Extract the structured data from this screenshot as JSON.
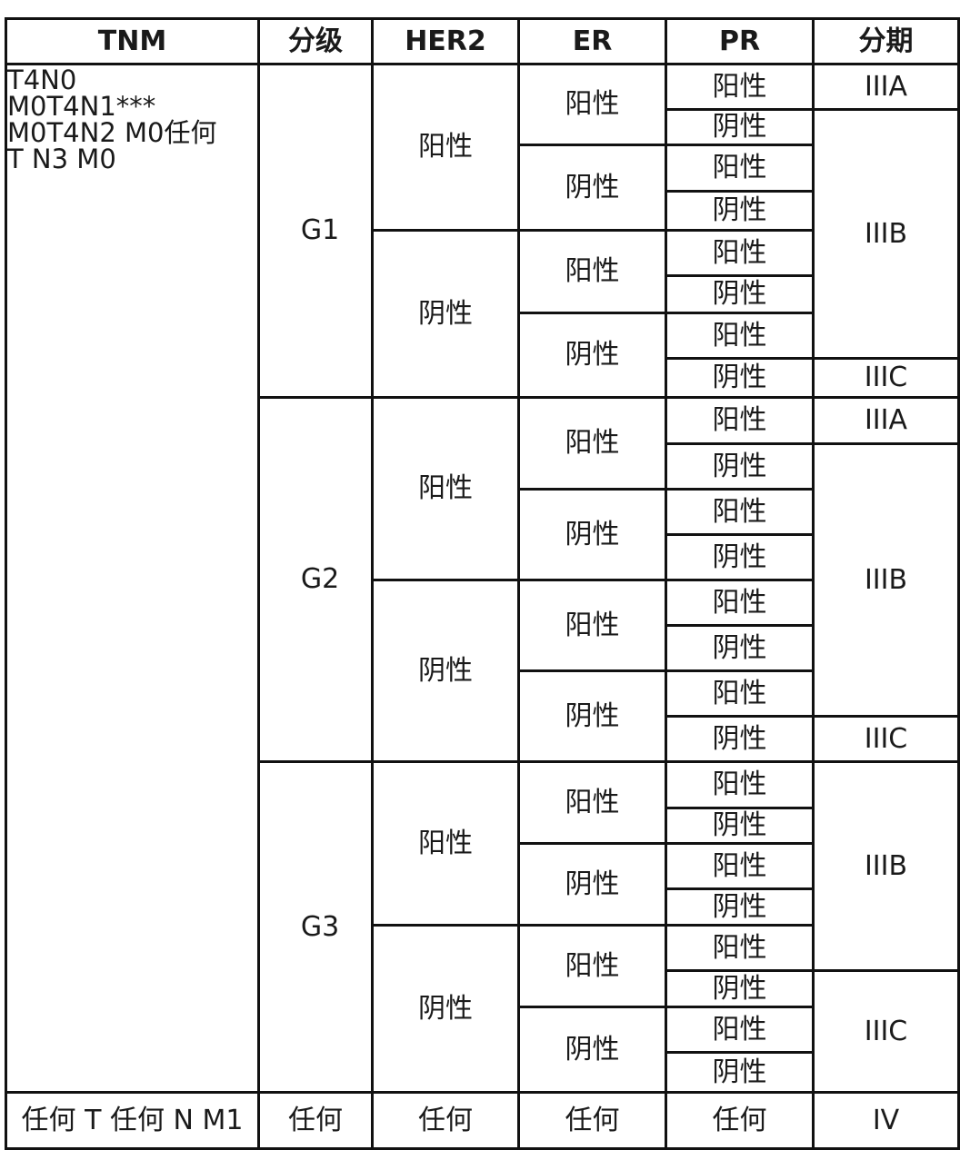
{
  "table": {
    "headers": [
      "TNM",
      "分级",
      "HER2",
      "ER",
      "PR",
      "分期"
    ],
    "tnm_group_1": [
      "T4N0",
      "M0T4N1***",
      "M0T4N2 M0任何",
      "T N3 M0"
    ],
    "tnm_group_2": "任何 T 任何 N M1",
    "grades": [
      "G1",
      "G2",
      "G3"
    ],
    "positive": "阳性",
    "negative": "阴性",
    "any": "任何",
    "rows": [
      {
        "grade": "G1",
        "her2": "阳性",
        "er": "阳性",
        "pr": "阳性",
        "stage": "IIIA"
      },
      {
        "grade": "G1",
        "her2": "阳性",
        "er": "阳性",
        "pr": "阴性",
        "stage": "IIIB"
      },
      {
        "grade": "G1",
        "her2": "阳性",
        "er": "阴性",
        "pr": "阳性",
        "stage": "IIIB"
      },
      {
        "grade": "G1",
        "her2": "阳性",
        "er": "阴性",
        "pr": "阴性",
        "stage": "IIIB"
      },
      {
        "grade": "G1",
        "her2": "阴性",
        "er": "阳性",
        "pr": "阳性",
        "stage": "IIIB"
      },
      {
        "grade": "G1",
        "her2": "阴性",
        "er": "阳性",
        "pr": "阴性",
        "stage": "IIIB"
      },
      {
        "grade": "G1",
        "her2": "阴性",
        "er": "阴性",
        "pr": "阳性",
        "stage": "IIIB"
      },
      {
        "grade": "G1",
        "her2": "阴性",
        "er": "阴性",
        "pr": "阴性",
        "stage": "IIIC"
      },
      {
        "grade": "G2",
        "her2": "阳性",
        "er": "阳性",
        "pr": "阳性",
        "stage": "IIIA"
      },
      {
        "grade": "G2",
        "her2": "阳性",
        "er": "阳性",
        "pr": "阴性",
        "stage": "IIIB"
      },
      {
        "grade": "G2",
        "her2": "阳性",
        "er": "阴性",
        "pr": "阳性",
        "stage": "IIIB"
      },
      {
        "grade": "G2",
        "her2": "阳性",
        "er": "阴性",
        "pr": "阴性",
        "stage": "IIIB"
      },
      {
        "grade": "G2",
        "her2": "阴性",
        "er": "阳性",
        "pr": "阳性",
        "stage": "IIIB"
      },
      {
        "grade": "G2",
        "her2": "阴性",
        "er": "阳性",
        "pr": "阴性",
        "stage": "IIIB"
      },
      {
        "grade": "G2",
        "her2": "阴性",
        "er": "阴性",
        "pr": "阳性",
        "stage": "IIIB"
      },
      {
        "grade": "G2",
        "her2": "阴性",
        "er": "阴性",
        "pr": "阴性",
        "stage": "IIIC"
      },
      {
        "grade": "G3",
        "her2": "阳性",
        "er": "阳性",
        "pr": "阳性",
        "stage": "IIIB"
      },
      {
        "grade": "G3",
        "her2": "阳性",
        "er": "阳性",
        "pr": "阴性",
        "stage": "IIIB"
      },
      {
        "grade": "G3",
        "her2": "阳性",
        "er": "阴性",
        "pr": "阳性",
        "stage": "IIIB"
      },
      {
        "grade": "G3",
        "her2": "阳性",
        "er": "阴性",
        "pr": "阴性",
        "stage": "IIIB"
      },
      {
        "grade": "G3",
        "her2": "阴性",
        "er": "阳性",
        "pr": "阳性",
        "stage": "IIIB"
      },
      {
        "grade": "G3",
        "her2": "阴性",
        "er": "阳性",
        "pr": "阴性",
        "stage": "IIIC"
      },
      {
        "grade": "G3",
        "her2": "阴性",
        "er": "阴性",
        "pr": "阳性",
        "stage": "IIIC"
      },
      {
        "grade": "G3",
        "her2": "阴性",
        "er": "阴性",
        "pr": "阴性",
        "stage": "IIIC"
      }
    ],
    "stage_spans": [
      {
        "label": "IIIA",
        "from": 0,
        "to": 0
      },
      {
        "label": "IIIB",
        "from": 1,
        "to": 6
      },
      {
        "label": "IIIC",
        "from": 7,
        "to": 7
      },
      {
        "label": "IIIA",
        "from": 8,
        "to": 8
      },
      {
        "label": "IIIB",
        "from": 9,
        "to": 14
      },
      {
        "label": "IIIC",
        "from": 15,
        "to": 15
      },
      {
        "label": "IIIB",
        "from": 16,
        "to": 20
      },
      {
        "label": "IIIC",
        "from": 21,
        "to": 23
      }
    ],
    "last_row": {
      "tnm": "任何 T 任何 N M1",
      "grade": "任何",
      "her2": "任何",
      "er": "任何",
      "pr": "任何",
      "stage": "IV"
    }
  }
}
